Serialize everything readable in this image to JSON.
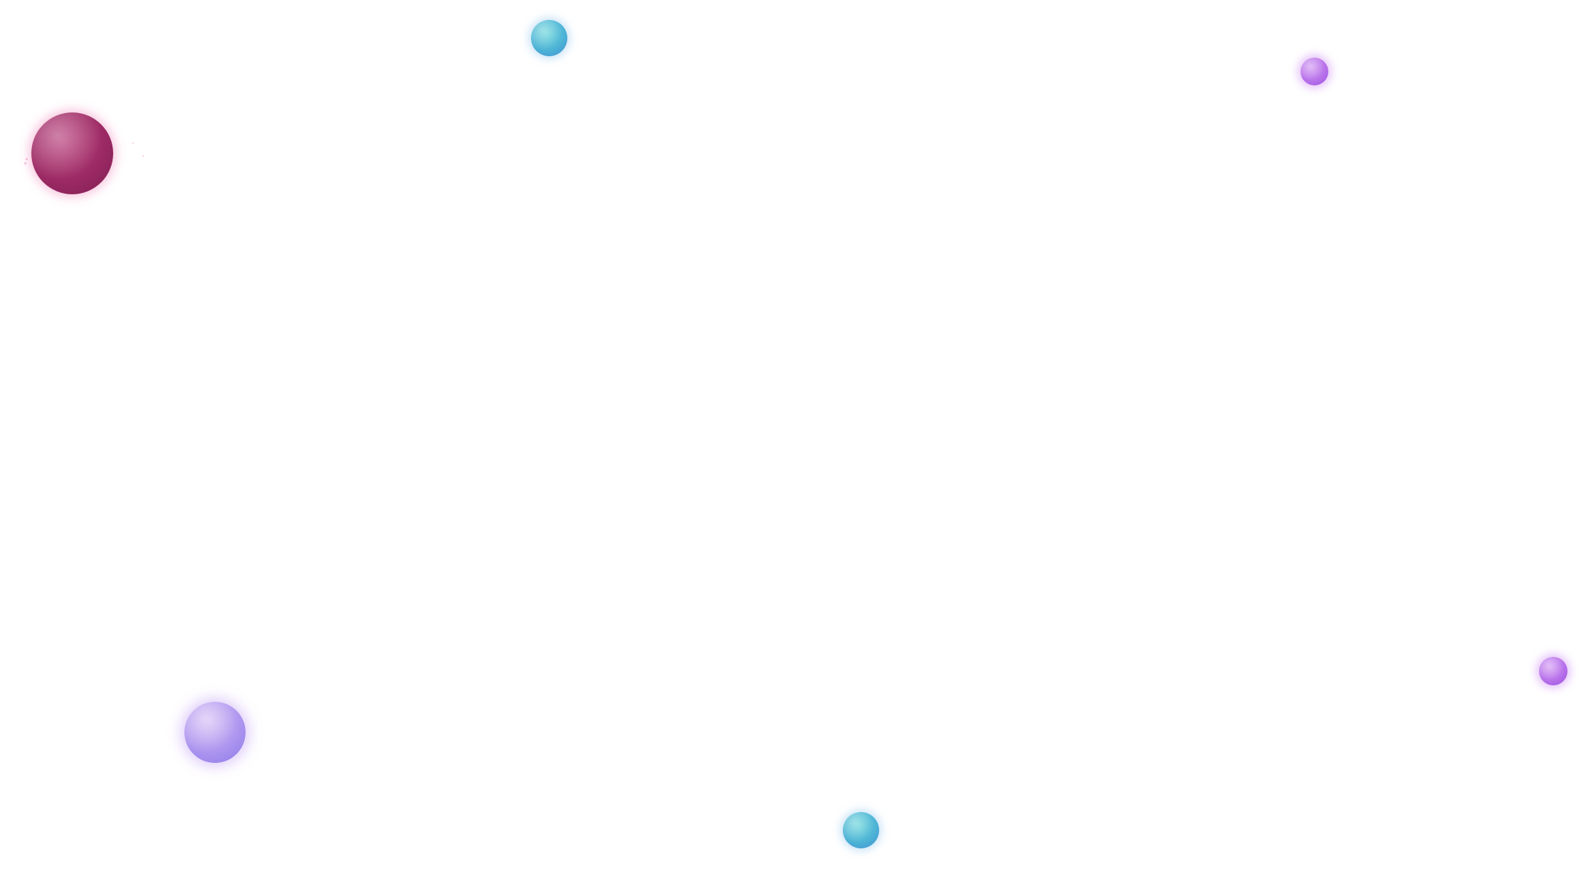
{
  "scene": {
    "background_color": "#ffffff",
    "orbs": [
      {
        "name": "magenta-orb",
        "color": "#9c2a64"
      },
      {
        "name": "teal-orb-top",
        "color": "#4eb4d6"
      },
      {
        "name": "violet-orb-top-right",
        "color": "#b56ee9"
      },
      {
        "name": "lavender-orb-bottom-left",
        "color": "#ad96ef"
      },
      {
        "name": "violet-orb-right",
        "color": "#b46de9"
      },
      {
        "name": "teal-orb-bottom",
        "color": "#4eb4d6"
      }
    ]
  }
}
